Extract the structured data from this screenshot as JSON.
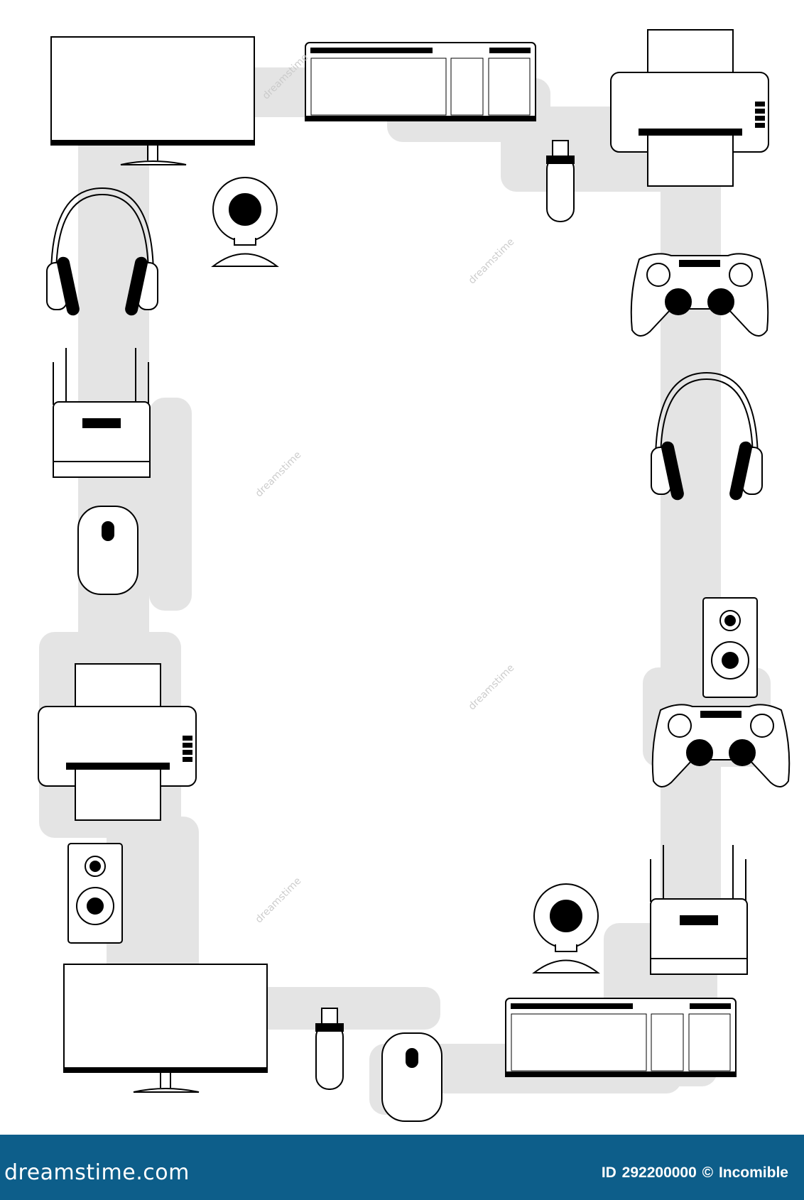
{
  "footer": {
    "brand": "dreamstime.com",
    "id_label": "ID",
    "id_number": "292200000",
    "copyright": "©",
    "author": "Incomible"
  },
  "watermark": {
    "text": "dreamstime"
  },
  "colors": {
    "band": "#e4e4e4",
    "footer": "#0d5e8a",
    "line": "#000000"
  },
  "devices": [
    "monitor-icon",
    "keyboard-icon",
    "printer-icon",
    "usb-drive-icon",
    "webcam-icon",
    "headphones-icon",
    "gamepad-icon",
    "router-icon",
    "mouse-icon",
    "speaker-icon"
  ]
}
